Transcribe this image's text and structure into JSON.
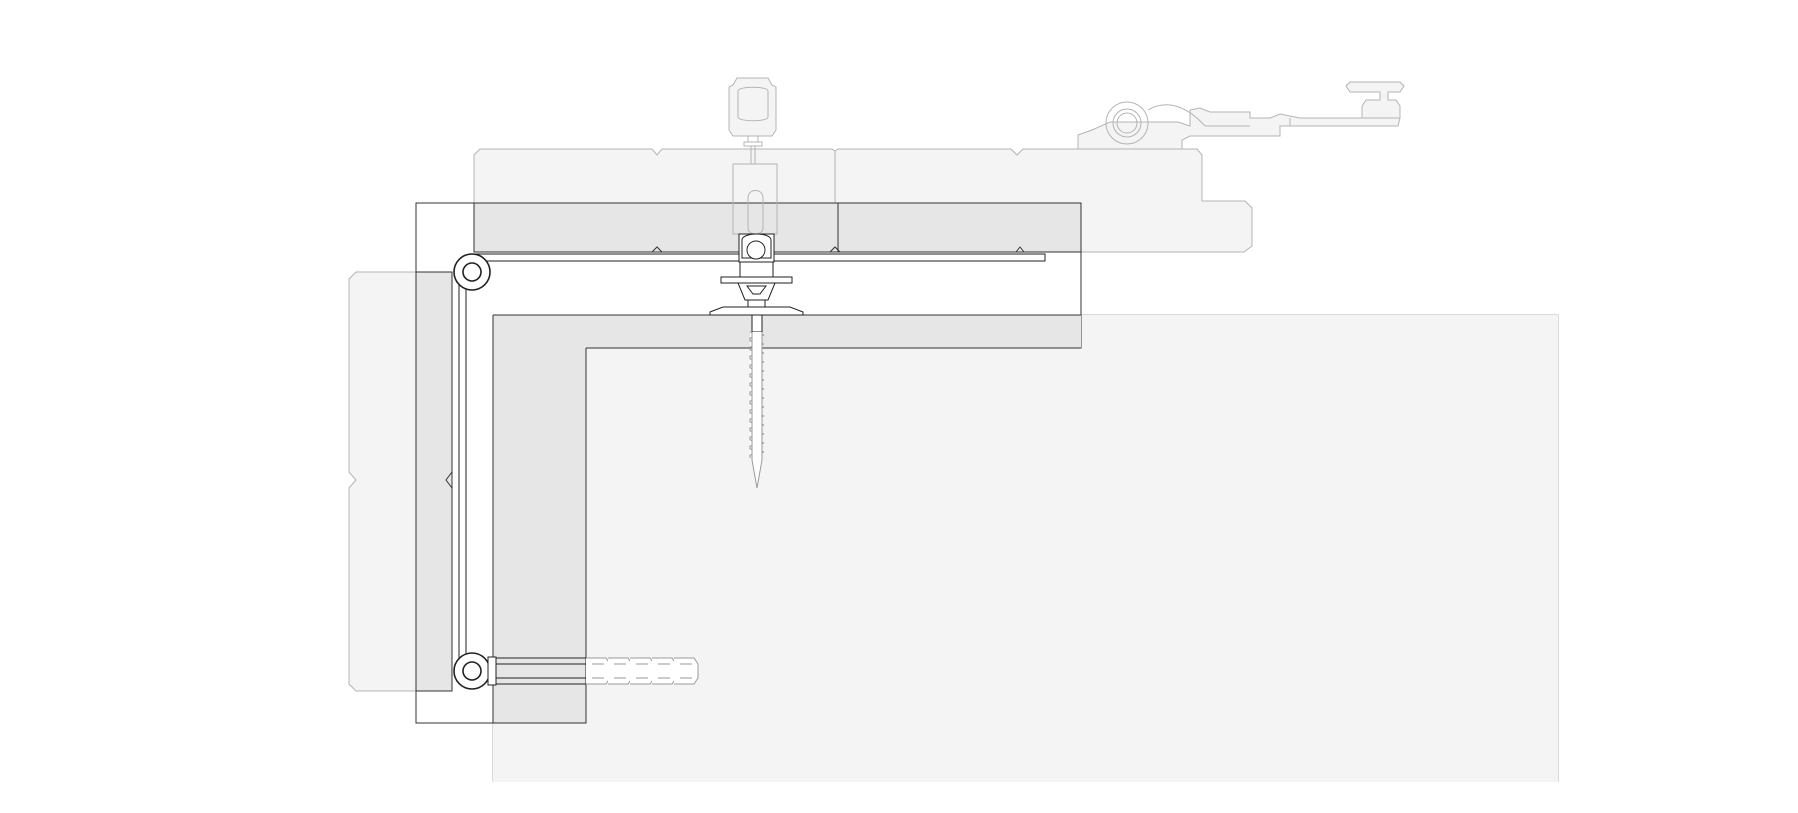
{
  "diagram": {
    "title": "",
    "labels": [],
    "colors": {
      "background": "#ffffff",
      "ghost_fill": "#f4f4f4",
      "ghost_stroke": "#b4b4b4",
      "section_fill": "#e6e6e6",
      "section_stroke": "#333333",
      "line_dark": "#222222",
      "line_mid": "#555555",
      "line_light": "#9a9a9a",
      "white": "#ffffff"
    },
    "parts": [
      "wall-background",
      "upper-slat-ghost",
      "left-slat-ghost",
      "outer-frame-profile",
      "upper-slat-section",
      "left-slat-section",
      "corner-bracket",
      "hinge-pin",
      "eye-bolt-fixing",
      "wood-screw",
      "wall-plug-anchor",
      "strap-latch-hardware"
    ]
  }
}
